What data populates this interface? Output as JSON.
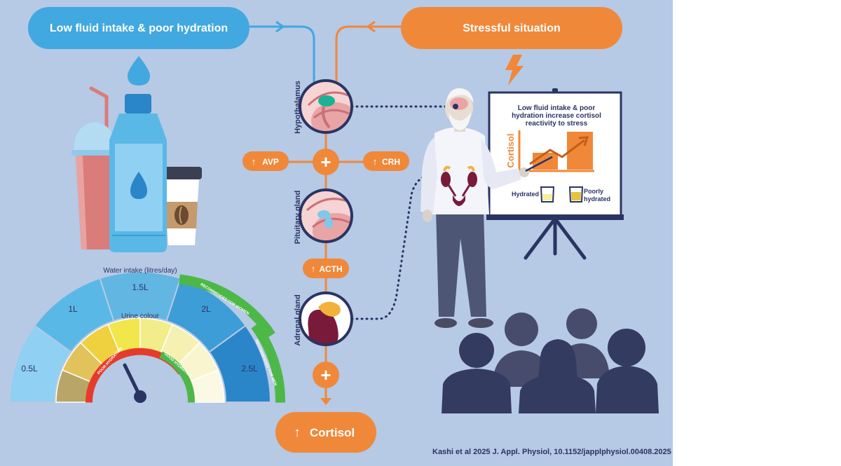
{
  "header": {
    "left_pill": "Low fluid intake & poor hydration",
    "right_pill": "Stressful situation"
  },
  "hormones": {
    "avp": "AVP",
    "crh": "CRH",
    "acth": "ACTH",
    "cortisol": "Cortisol",
    "up_arrow": "↑",
    "plus": "+"
  },
  "organs": {
    "hypothalamus": "Hypothalamus",
    "pituitary": "Pituitary gland",
    "adrenal": "Adrenal gland"
  },
  "gauge": {
    "title": "Water intake (litres/day)",
    "inner_title": "Urine colour",
    "levels": [
      "0.5L",
      "1L",
      "1.5L",
      "2L",
      "2.5L"
    ],
    "recommended_women": "RECOMMENDED FOR WOMEN",
    "recommended_men": "RECOMMENDED FOR MEN",
    "poor_hydration": "POOR HYDRATION",
    "good_hydration": "GOOD HYDRATION",
    "colors": {
      "outer": [
        "#8fd0f3",
        "#5ab8e6",
        "#61b6e2",
        "#3d9dd6",
        "#2a86c8"
      ],
      "urine": [
        "#b9a667",
        "#e2c25a",
        "#efd03f",
        "#f1e64b",
        "#f3ec8a",
        "#f6f1b3",
        "#f8f5cf",
        "#fbf8e4"
      ],
      "green": "#4db848",
      "red": "#e53b2b"
    }
  },
  "board": {
    "title": "Low fluid intake & poor hydration increase cortisol reactivity to stress",
    "axis_label": "Cortisol",
    "hydrated": "Hydrated",
    "poorly_hydrated": "Poorly hydrated"
  },
  "citation": "Kashi et al 2025 J. Appl. Physiol, 10.1152/japplphysiol.00408.2025",
  "colors": {
    "background": "#b6c9e5",
    "blue": "#41a8e0",
    "orange": "#f0883a",
    "navy": "#2a3463"
  }
}
